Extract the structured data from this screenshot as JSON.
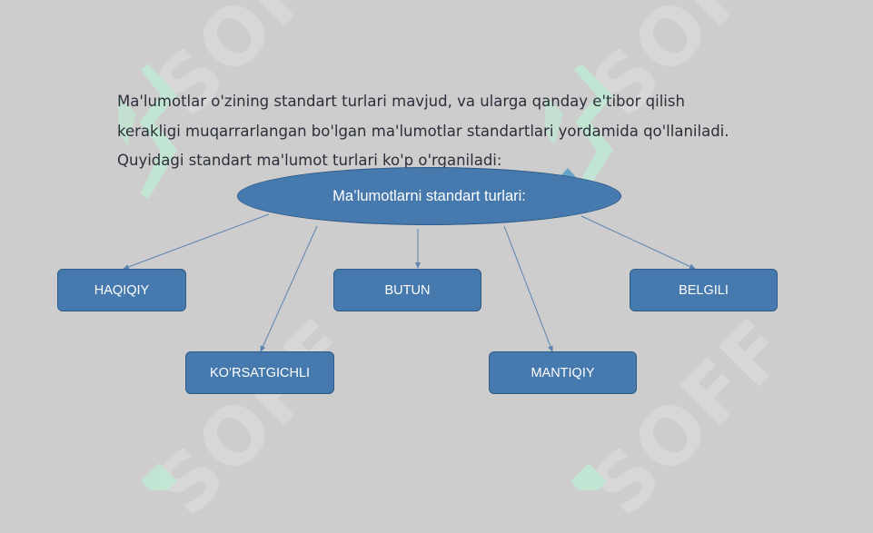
{
  "paragraph": {
    "line1": "Ma'lumotlar o'zining standart turlari mavjud, va ularga qanday e'tibor qilish",
    "line2": "kerakligi muqarrarlangan bo'lgan ma'lumotlar standartlari yordamida qo'llaniladi.",
    "line3": "Quyidagi standart ma'lumot turlari ko'p o'rganiladi:"
  },
  "diagram": {
    "root": "Ma’lumotlarni standart turlari:",
    "nodes": {
      "haqiqiy": "HAQIQIY",
      "butun": "BUTUN",
      "belgili": "BELGILI",
      "korsatgichli": "KO’RSATGICHLI",
      "mantiqiy": "MANTIQIY"
    }
  },
  "colors": {
    "background": "#cdcdcd",
    "node_fill": "#4679ad",
    "node_border": "#2f5b88",
    "connector": "#5b84b0"
  },
  "watermark": {
    "text": "SOFF"
  }
}
